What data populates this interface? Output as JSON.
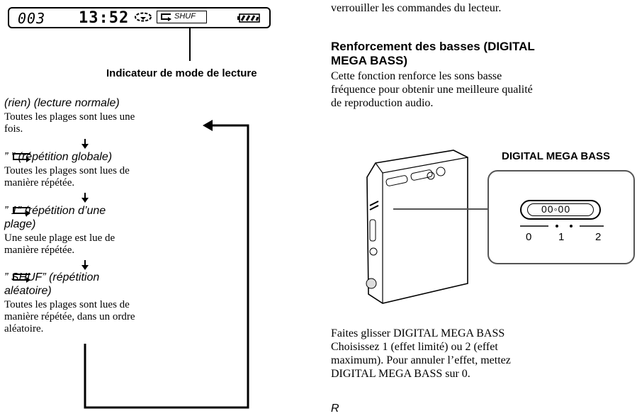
{
  "display": {
    "track_number": "003",
    "time": "13:52",
    "mode_text": "SHUF"
  },
  "indicator_label": "Indicateur de mode de lecture",
  "modes": [
    {
      "title": "(rien) (lecture normale)",
      "desc1": "Toutes les plages sont lues une",
      "desc2": "fois."
    },
    {
      "title": "”    ” (répétition globale)",
      "desc1": "Toutes les plages sont lues de",
      "desc2": "manière répétée."
    },
    {
      "title_line1": "”    1” (répétition d’une",
      "title_line2": "plage)",
      "desc1": "Une seule plage est lue de",
      "desc2": "manière répétée."
    },
    {
      "title_line1": "”    SHUF” (répétition",
      "title_line2": "aléatoire)",
      "desc1": "Toutes les plages sont lues de",
      "desc2": "manière répétée, dans un ordre",
      "desc3": "aléatoire."
    }
  ],
  "right": {
    "intro_line": "verrouiller les commandes du lecteur.",
    "heading_line1": "Renforcement des basses (DIGITAL",
    "heading_line2": "MEGA BASS)",
    "para1": [
      "Cette fonction renforce les sons basse",
      "fréquence pour obtenir une meilleure qualité",
      "de reproduction audio."
    ],
    "figure_label": "DIGITAL MEGA BASS",
    "switch_text": "00​◦00",
    "scale": [
      "0",
      "1",
      "2"
    ],
    "para2": [
      "Faites glisser DIGITAL MEGA BASS",
      "Choisissez 1 (effet limité) ou 2 (effet",
      "maximum). Pour annuler l’effet, mettez",
      "DIGITAL MEGA BASS sur 0."
    ],
    "cut_text": "R"
  }
}
